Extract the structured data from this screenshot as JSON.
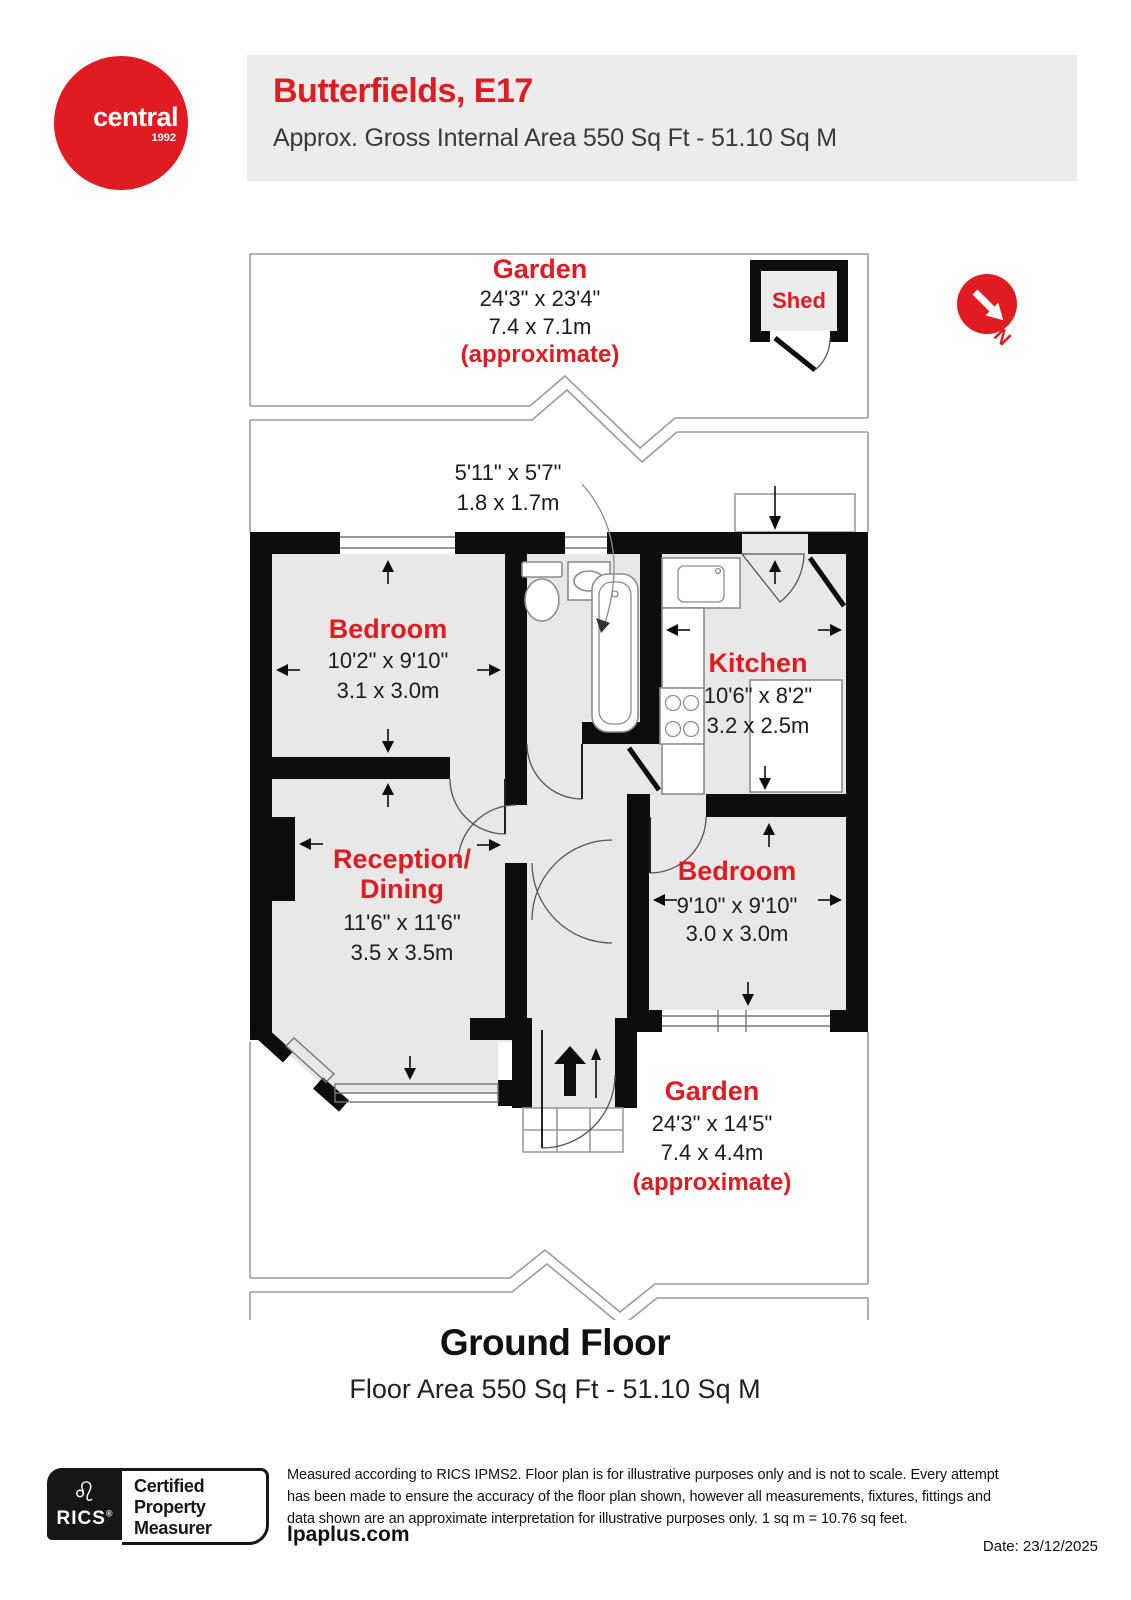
{
  "logo": {
    "brand": "central",
    "year": "1992"
  },
  "header": {
    "title": "Butterfields, E17",
    "subtitle": "Approx. Gross Internal Area 550 Sq Ft - 51.10 Sq M"
  },
  "colors": {
    "accent_red": "#e11b22",
    "wall_black": "#0d0d0d",
    "room_fill": "#e8e8e8",
    "header_bg": "#ececec"
  },
  "plan": {
    "garden_top": {
      "name": "Garden",
      "dims_imperial": "24'3\" x 23'4\"",
      "dims_metric": "7.4 x 7.1m",
      "note": "(approximate)"
    },
    "shed": {
      "name": "Shed"
    },
    "compass": {
      "north_label": "N"
    },
    "hall": {
      "dims_imperial": "5'11\" x 5'7\"",
      "dims_metric": "1.8 x 1.7m"
    },
    "bedroom_front": {
      "name": "Bedroom",
      "dims_imperial": "10'2\" x 9'10\"",
      "dims_metric": "3.1 x 3.0m"
    },
    "kitchen": {
      "name": "Kitchen",
      "dims_imperial": "10'6\" x 8'2\"",
      "dims_metric": "3.2 x 2.5m"
    },
    "reception": {
      "name_line_1": "Reception/",
      "name_line_2": "Dining",
      "dims_imperial": "11'6\" x 11'6\"",
      "dims_metric": "3.5 x 3.5m"
    },
    "bedroom_back": {
      "name": "Bedroom",
      "dims_imperial": "9'10\" x 9'10\"",
      "dims_metric": "3.0 x 3.0m"
    },
    "garden_bottom": {
      "name": "Garden",
      "dims_imperial": "24'3\" x 14'5\"",
      "dims_metric": "7.4 x 4.4m",
      "note": "(approximate)"
    }
  },
  "floor": {
    "title": "Ground Floor",
    "area": "Floor Area 550 Sq Ft - 51.10 Sq M"
  },
  "footer": {
    "badge": {
      "org": "RICS",
      "reg": "®",
      "lion": "♌",
      "line1": "Certified",
      "line2": "Property",
      "line3": "Measurer"
    },
    "disclaimer": [
      "Measured according to RICS IPMS2. Floor plan is for illustrative purposes only and is not to scale. Every attempt",
      "has been made to ensure the accuracy of the floor plan shown, however all measurements, fixtures, fittings and",
      "data shown are an approximate interpretation for illustrative purposes only. 1 sq m = 10.76 sq feet."
    ],
    "website": "lpaplus.com",
    "date": "Date: 23/12/2025"
  }
}
